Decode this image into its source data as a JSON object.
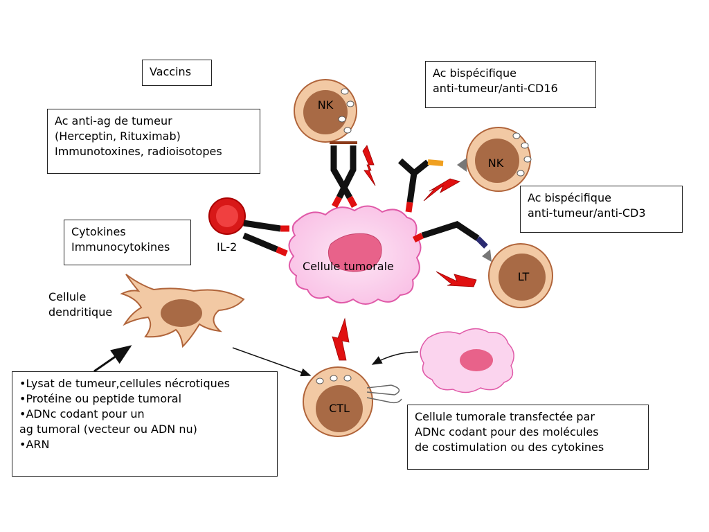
{
  "boxes": {
    "vaccins": "Vaccins",
    "ac_anti_ag": "Ac  anti-ag de tumeur\n(Herceptin, Rituximab)\nImmunotoxines, radioisotopes",
    "cytokines": "Cytokines\nImmunocytokines",
    "bispecifique_cd16": "Ac bispécifique\nanti-tumeur/anti-CD16",
    "bispecifique_cd3": "Ac bispécifique\nanti-tumeur/anti-CD3",
    "vaccine_list": "•Lysat de tumeur,cellules nécrotiques\n•Protéine ou peptide tumoral\n•ADNc codant pour un\nag tumoral (vecteur ou ADN nu)\n•ARN",
    "transfectee": "Cellule tumorale transfectée par\nADNc codant pour des molécules\nde costimulation ou des cytokines"
  },
  "labels": {
    "il2": "IL-2",
    "cellule_tumorale": "Cellule tumorale",
    "cellule_dendritique": "Cellule\ndendritique",
    "nk_top": "NK",
    "nk_right": "NK",
    "lt": "LT",
    "ctl": "CTL"
  },
  "colors": {
    "cell_body": "#f2c9a4",
    "cell_outline": "#b0643a",
    "nucleus": "#a86a45",
    "tumor_body": "#fbd4ee",
    "tumor_outline": "#e05aa8",
    "tumor_nucleus": "#e8628a",
    "arrow_red": "#e01010",
    "antibody_black": "#111111",
    "il2_red": "#d81818",
    "cd16_tip": "#f0a020",
    "cd3_tip": "#2a2a70"
  }
}
